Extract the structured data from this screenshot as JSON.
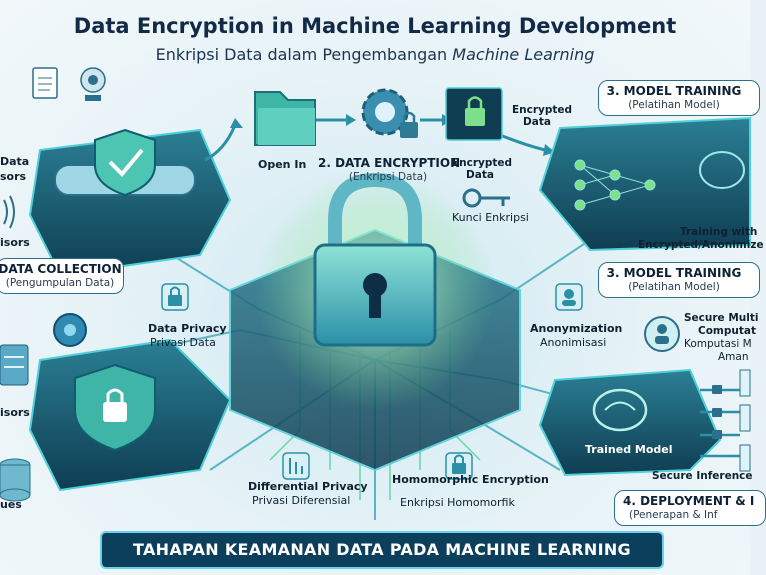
{
  "header": {
    "title": "Data Encryption in Machine Learning Development",
    "subtitle_main": "Enkripsi Data dalam Pengembangan ",
    "subtitle_italic": "Machine Learning"
  },
  "left": {
    "label_data": "Data",
    "label_sors": "sors",
    "label_sensors1": "isors",
    "section_title": "DATA COLLECTION",
    "section_sub": "(Pengumpulan Data)",
    "label_sensors2": "isors",
    "label_ues": "ues"
  },
  "top_flow": {
    "open_in": "Open In",
    "encryption_title": "2. DATA ENCRYPTION",
    "encryption_sub": "(Enkripsi Data)",
    "encrypted_data_1": "Encrypted Data",
    "encrypted_data_2": "Encrypted Data",
    "key_label": "Kunci Enkripsi"
  },
  "right_top": {
    "section_title": "3. MODEL TRAINING",
    "section_sub": "(Pelatihan Model)",
    "training_line1": "Training with",
    "training_line2": "Encrypted/Anonimize",
    "section2_title": "3. MODEL TRAINING",
    "section2_sub": "(Pelatihan Model)"
  },
  "center": {
    "privacy_title": "Data Privacy",
    "privacy_sub": "Privasi Data",
    "anon_title": "Anonymization",
    "anon_sub": "Anonimisasi",
    "diff_title": "Differential Privacy",
    "diff_sub": "Privasi Diferensial",
    "homo_title": "Homomorphic Encryption",
    "homo_sub": "Enkripsi Homomorfik"
  },
  "right_bottom": {
    "smc_line1": "Secure Multi",
    "smc_line2": "Computat",
    "smc_line3": "Komputasi M",
    "smc_line4": "Aman",
    "trained_model": "Trained Model",
    "secure_inference": "Secure Inference",
    "deploy_title": "4. DEPLOYMENT & I",
    "deploy_sub": "(Penerapan & Inf"
  },
  "footer": {
    "banner": "TAHAPAN KEAMANAN DATA PADA MACHINE LEARNING"
  },
  "colors": {
    "accent": "#3fc4c9",
    "dark": "#0c3f5c",
    "green": "#7ee08a",
    "panel": "#1b5a73"
  }
}
